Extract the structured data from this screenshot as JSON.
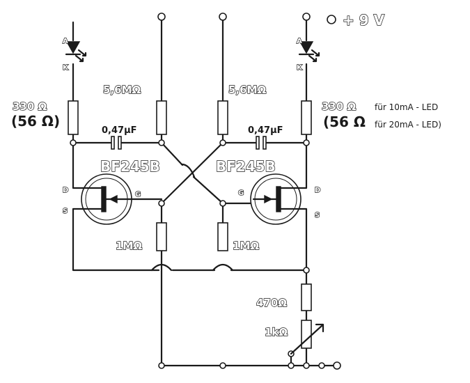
{
  "supply": {
    "label": "+ 9 V"
  },
  "led_left": {
    "anode": "A",
    "cathode": "K"
  },
  "led_right": {
    "anode": "A",
    "cathode": "K"
  },
  "resistor_led_left": {
    "value": "330 Ω",
    "alt_value": "(56 Ω)"
  },
  "resistor_led_right": {
    "value": "330 Ω",
    "alt_value": "(56 Ω"
  },
  "notes": {
    "note_10ma": "für 10mA - LED",
    "note_20ma": "für 20mA - LED)"
  },
  "resistor_gate_left": {
    "value": "5,6MΩ"
  },
  "resistor_gate_right": {
    "value": "5,6MΩ"
  },
  "capacitor_left": {
    "value": "0,47µF"
  },
  "capacitor_right": {
    "value": "0,47µF"
  },
  "transistor_left": {
    "type": "BF245B",
    "drain": "D",
    "source": "S",
    "gate": "G"
  },
  "transistor_right": {
    "type": "BF245B",
    "drain": "D",
    "source": "S",
    "gate": "G"
  },
  "resistor_source_left": {
    "value": "1MΩ"
  },
  "resistor_source_right": {
    "value": "1MΩ"
  },
  "resistor_470": {
    "value": "470Ω"
  },
  "potentiometer": {
    "value": "1kΩ"
  }
}
